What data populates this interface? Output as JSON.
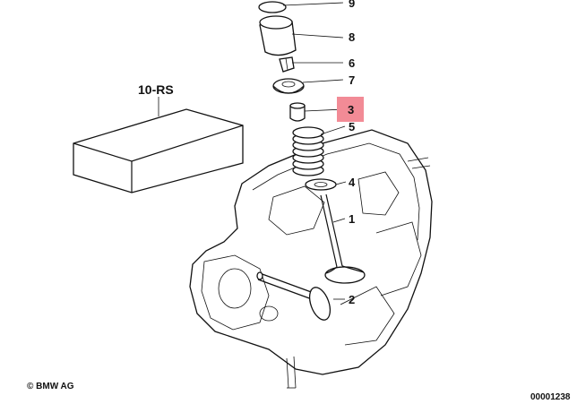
{
  "callouts": [
    {
      "id": "9",
      "label": "9",
      "highlighted": false
    },
    {
      "id": "8",
      "label": "8",
      "highlighted": false
    },
    {
      "id": "6",
      "label": "6",
      "highlighted": false
    },
    {
      "id": "7",
      "label": "7",
      "highlighted": false
    },
    {
      "id": "3",
      "label": "3",
      "highlighted": true
    },
    {
      "id": "5",
      "label": "5",
      "highlighted": false
    },
    {
      "id": "4",
      "label": "4",
      "highlighted": false
    },
    {
      "id": "1",
      "label": "1",
      "highlighted": false
    },
    {
      "id": "2",
      "label": "2",
      "highlighted": false
    }
  ],
  "kit": {
    "label": "10-RS"
  },
  "footer": {
    "copyright": "© BMW AG",
    "drawing_number": "00001238"
  },
  "colors": {
    "highlight": "#f28b96",
    "line": "#111111",
    "background": "#ffffff"
  }
}
